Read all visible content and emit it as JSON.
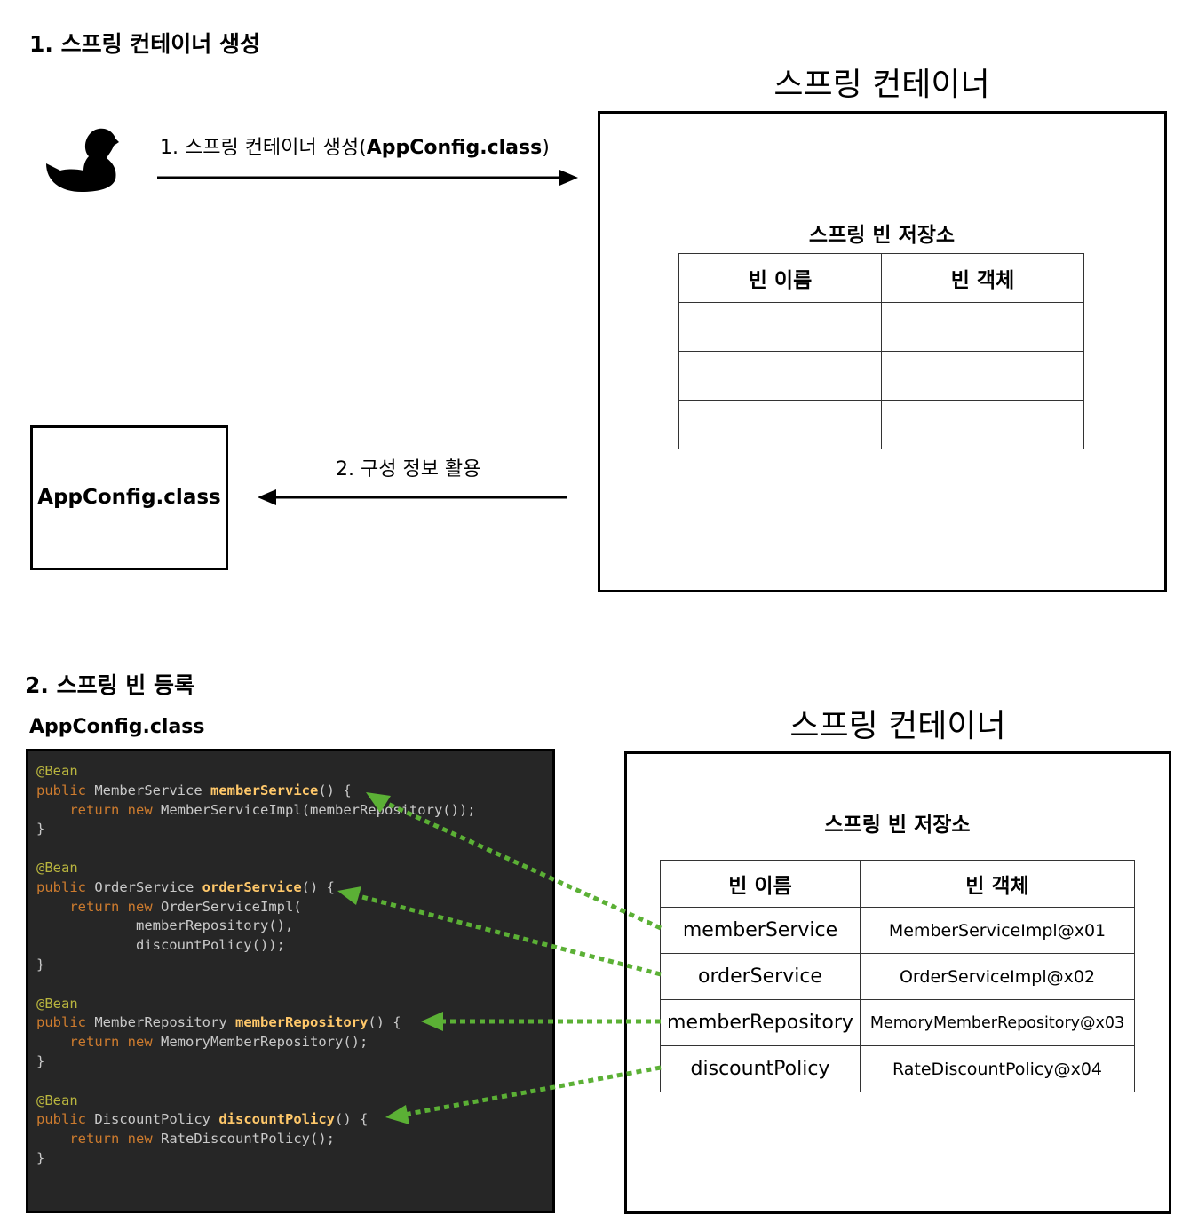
{
  "section1": {
    "title": "1. 스프링 컨테이너 생성",
    "container_title": "스프링 컨테이너",
    "arrow1_prefix": "1. 스프링 컨테이너 생성(",
    "arrow1_bold": "AppConfig.class",
    "arrow1_suffix": ")",
    "arrow2_label": "2. 구성 정보 활용",
    "appconfig_box": "AppConfig.class",
    "repo_title": "스프링 빈 저장소",
    "table_headers": [
      "빈 이름",
      "빈 객체"
    ],
    "client_icon": "duck-icon"
  },
  "section2": {
    "title": "2. 스프링 빈 등록",
    "code_title": "AppConfig.class",
    "container_title": "스프링 컨테이너",
    "repo_title": "스프링 빈 저장소",
    "table_headers": [
      "빈 이름",
      "빈 객체"
    ],
    "rows": [
      {
        "name": "memberService",
        "object": "MemberServiceImpl@x01"
      },
      {
        "name": "orderService",
        "object": "OrderServiceImpl@x02"
      },
      {
        "name": "memberRepository",
        "object": "MemoryMemberRepository@x03"
      },
      {
        "name": "discountPolicy",
        "object": "RateDiscountPolicy@x04"
      }
    ],
    "code": {
      "annotation": "@Bean",
      "kw_public": "public",
      "kw_return": "return",
      "kw_new": "new",
      "m1_type": "MemberService",
      "m1_name": "memberService",
      "m1_sig_tail": "() {",
      "m1_body": "MemberServiceImpl(memberRepository());",
      "m2_type": "OrderService",
      "m2_name": "orderService",
      "m2_sig_tail": "() {",
      "m2_body1": "OrderServiceImpl(",
      "m2_body2": "memberRepository(),",
      "m2_body3": "discountPolicy());",
      "m3_type": "MemberRepository",
      "m3_name": "memberRepository",
      "m3_sig_tail": "() {",
      "m3_body": "MemoryMemberRepository();",
      "m4_type": "DiscountPolicy",
      "m4_name": "discountPolicy",
      "m4_sig_tail": "() {",
      "m4_body": "RateDiscountPolicy();",
      "close": "}"
    },
    "arrow_color": "#5bb035"
  }
}
